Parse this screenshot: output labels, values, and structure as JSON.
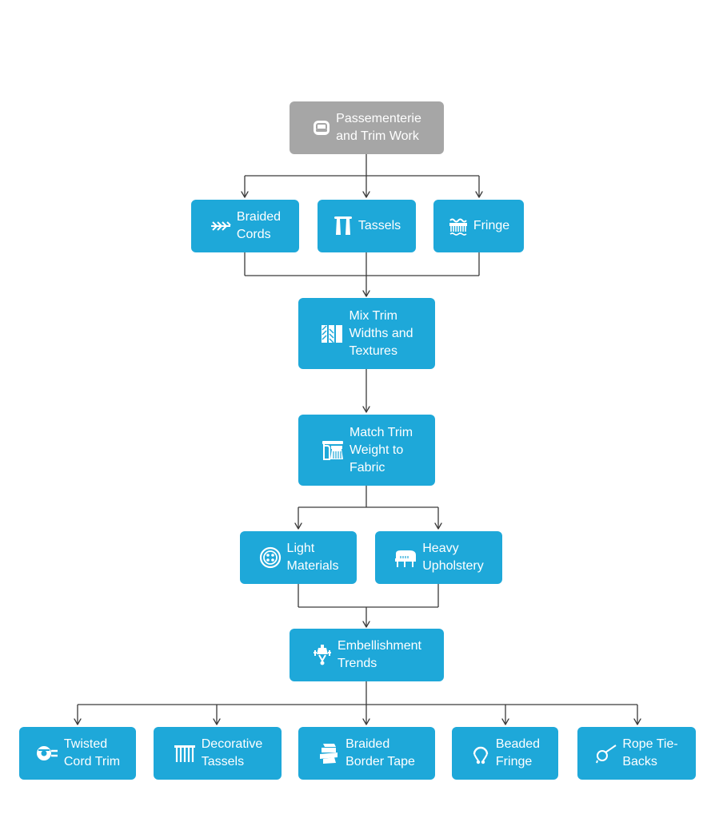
{
  "colors": {
    "root_fill": "#A6A6A6",
    "node_fill": "#1EA8D9",
    "connector": "#3A3A3A",
    "text": "#FFFFFF",
    "background": "#FFFFFF"
  },
  "nodes": {
    "root": {
      "label": "Passementerie\nand Trim Work",
      "icon": "sofa-icon"
    },
    "braided_cords": {
      "label": "Braided\nCords",
      "icon": "braided-cord-icon"
    },
    "tassels": {
      "label": "Tassels",
      "icon": "tassels-icon"
    },
    "fringe": {
      "label": "Fringe",
      "icon": "fringe-icon"
    },
    "mix_trim": {
      "label": "Mix Trim\nWidths and\nTextures",
      "icon": "textures-icon"
    },
    "match_trim": {
      "label": "Match Trim\nWeight to\nFabric",
      "icon": "curtain-icon"
    },
    "light_materials": {
      "label": "Light\nMaterials",
      "icon": "button-icon"
    },
    "heavy_upholstery": {
      "label": "Heavy\nUpholstery",
      "icon": "piano-icon"
    },
    "embellishment_trends": {
      "label": "Embellishment\nTrends",
      "icon": "chandelier-icon"
    },
    "twisted_cord_trim": {
      "label": "Twisted\nCord Trim",
      "icon": "spool-icon"
    },
    "decorative_tassels": {
      "label": "Decorative\nTassels",
      "icon": "tassel-fringe-icon"
    },
    "braided_border_tape": {
      "label": "Braided\nBorder Tape",
      "icon": "tape-roll-icon"
    },
    "beaded_fringe": {
      "label": "Beaded\nFringe",
      "icon": "beads-icon"
    },
    "rope_tie_backs": {
      "label": "Rope Tie-\nBacks",
      "icon": "rope-icon"
    }
  },
  "edges": [
    [
      "root",
      "braided_cords"
    ],
    [
      "root",
      "tassels"
    ],
    [
      "root",
      "fringe"
    ],
    [
      "braided_cords",
      "mix_trim"
    ],
    [
      "tassels",
      "mix_trim"
    ],
    [
      "fringe",
      "mix_trim"
    ],
    [
      "mix_trim",
      "match_trim"
    ],
    [
      "match_trim",
      "light_materials"
    ],
    [
      "match_trim",
      "heavy_upholstery"
    ],
    [
      "light_materials",
      "embellishment_trends"
    ],
    [
      "heavy_upholstery",
      "embellishment_trends"
    ],
    [
      "embellishment_trends",
      "twisted_cord_trim"
    ],
    [
      "embellishment_trends",
      "decorative_tassels"
    ],
    [
      "embellishment_trends",
      "braided_border_tape"
    ],
    [
      "embellishment_trends",
      "beaded_fringe"
    ],
    [
      "embellishment_trends",
      "rope_tie_backs"
    ]
  ]
}
